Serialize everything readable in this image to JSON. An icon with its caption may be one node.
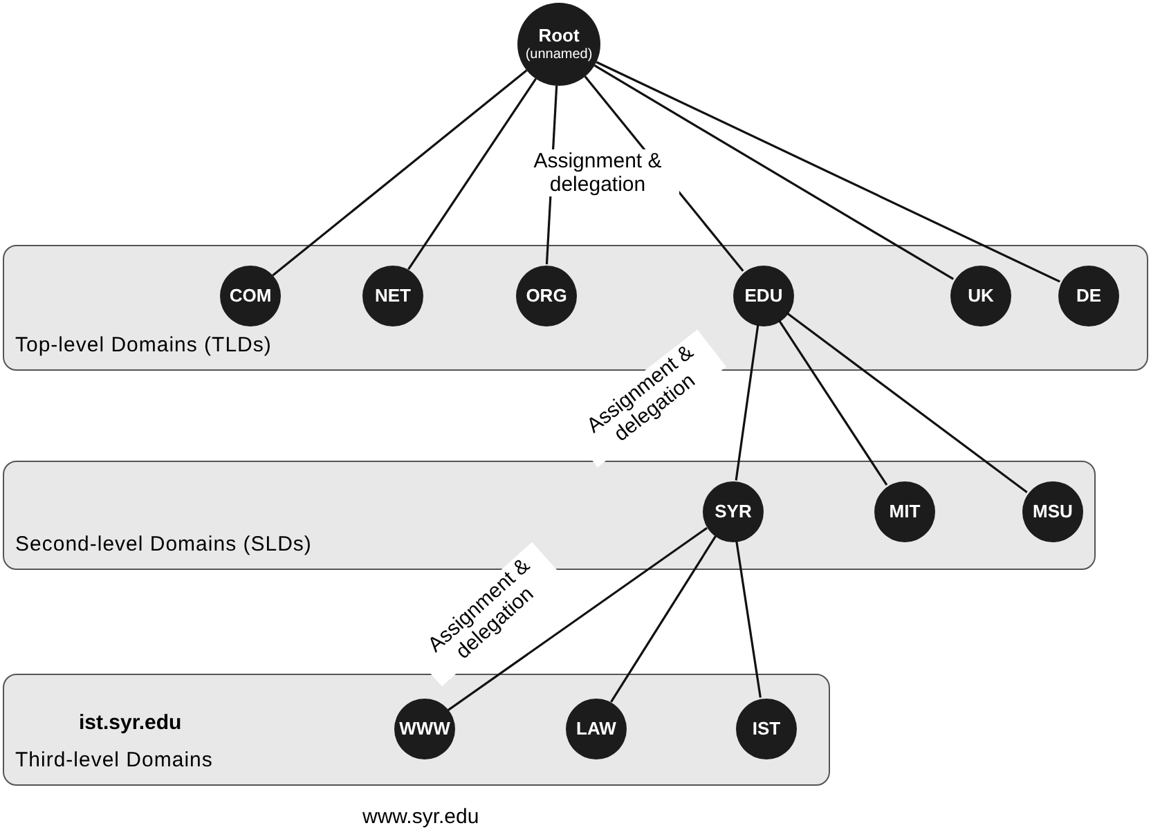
{
  "diagram": {
    "nodes": [
      {
        "text": [
          "Root",
          "(unnamed)"
        ]
      },
      {
        "text": [
          "Top-level Domains (TLDs)"
        ]
      },
      {
        "text": [
          "COM"
        ],
        "in": 1
      },
      {
        "text": [
          "NET"
        ],
        "in": 1
      },
      {
        "text": [
          "ORG"
        ],
        "in": 1
      },
      {
        "text": [
          "EDU"
        ],
        "in": 1
      },
      {
        "text": [
          "UK"
        ],
        "in": 1
      },
      {
        "text": [
          "DE"
        ],
        "in": 1
      },
      {
        "text": [
          "Second-level Domains (SLDs)"
        ]
      },
      {
        "text": [
          "SYR"
        ],
        "in": 8
      },
      {
        "text": [
          "MIT"
        ],
        "in": 8
      },
      {
        "text": [
          "MSU"
        ],
        "in": 8
      },
      {
        "text": [
          "ist.syr.edu",
          "Third-level Domains"
        ]
      },
      {
        "text": [
          "WWW"
        ],
        "in": 12
      },
      {
        "text": [
          "LAW"
        ],
        "in": 12
      },
      {
        "text": [
          "IST"
        ],
        "in": 12
      }
    ],
    "edges": [
      {
        "from": 0,
        "to": 2,
        "arrow": "none"
      },
      {
        "from": 0,
        "to": 3,
        "arrow": "none"
      },
      {
        "from": 0,
        "to": 4,
        "arrow": "none"
      },
      {
        "from": 0,
        "to": 5,
        "arrow": "none",
        "label": "Assignment & delegation"
      },
      {
        "from": 0,
        "to": 6,
        "arrow": "none"
      },
      {
        "from": 0,
        "to": 7,
        "arrow": "none"
      },
      {
        "from": 5,
        "to": 9,
        "arrow": "none",
        "label": "Assignment & delegation"
      },
      {
        "from": 5,
        "to": 10,
        "arrow": "none"
      },
      {
        "from": 5,
        "to": 11,
        "arrow": "none"
      },
      {
        "from": 9,
        "to": 13,
        "arrow": "none",
        "label": "Assignment & delegation"
      },
      {
        "from": 9,
        "to": 14,
        "arrow": "none"
      },
      {
        "from": 9,
        "to": 15,
        "arrow": "none"
      }
    ],
    "labels": [
      "www.syr.edu"
    ]
  }
}
